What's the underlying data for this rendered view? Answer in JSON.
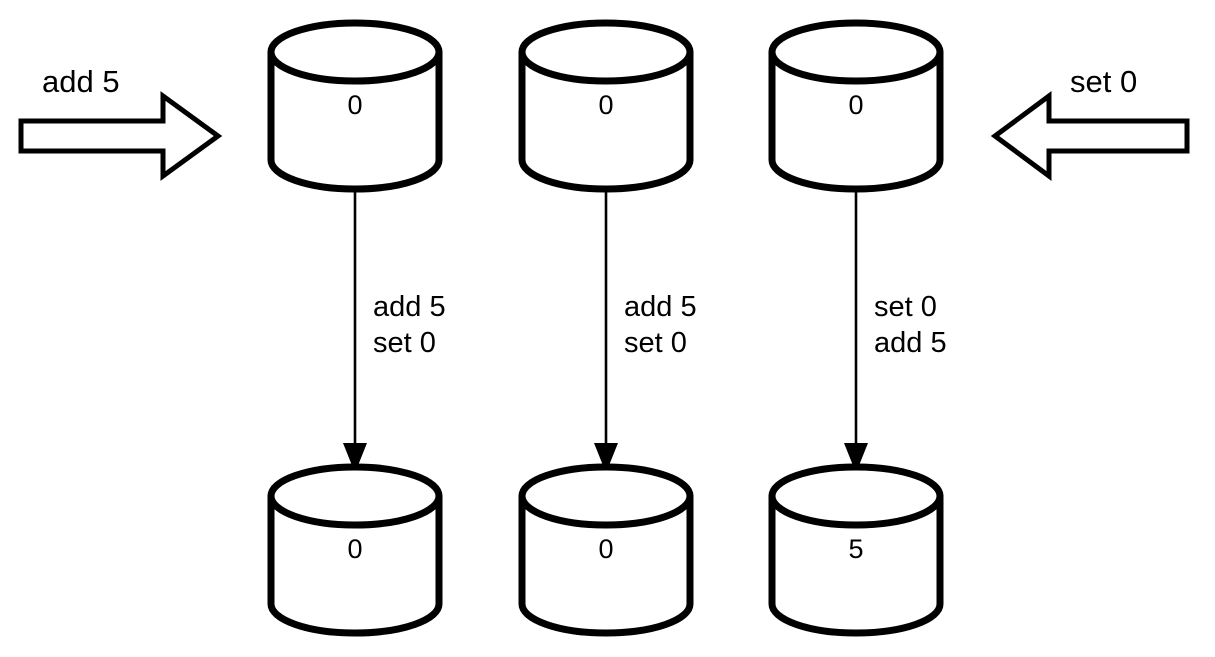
{
  "diagram": {
    "title": "replica-convergence-diagram",
    "stroke_color": "#000000",
    "fill_color": "#ffffff",
    "external_inputs": [
      {
        "id": "input-left",
        "label": "add 5",
        "direction": "right",
        "target_replica": 1
      },
      {
        "id": "input-right",
        "label": "set 0",
        "direction": "left",
        "target_replica": 3
      }
    ],
    "columns": [
      {
        "id": "replica-1",
        "initial_value": "0",
        "operations": [
          "add 5",
          "set 0"
        ],
        "final_value": "0"
      },
      {
        "id": "replica-2",
        "initial_value": "0",
        "operations": [
          "add 5",
          "set 0"
        ],
        "final_value": "0"
      },
      {
        "id": "replica-3",
        "initial_value": "0",
        "operations": [
          "set 0",
          "add 5"
        ],
        "final_value": "5"
      }
    ]
  }
}
